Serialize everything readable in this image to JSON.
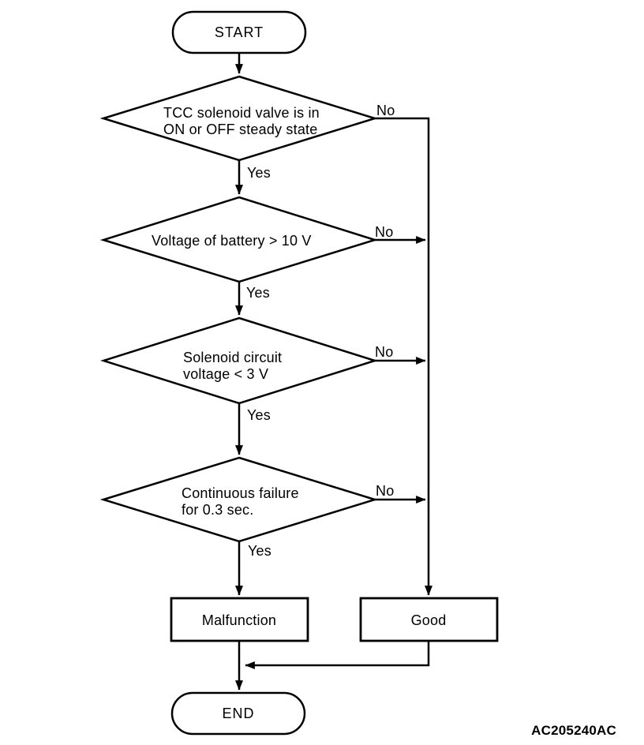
{
  "figure": {
    "code": "AC205240AC",
    "kind": "flowchart"
  },
  "colors": {
    "stroke": "#000000",
    "background": "#ffffff",
    "text": "#000000"
  },
  "nodes": {
    "start": {
      "shape": "terminator",
      "label": "START"
    },
    "d1": {
      "shape": "decision",
      "text_line1": "TCC solenoid valve is in",
      "text_line2": "ON or OFF steady state"
    },
    "d2": {
      "shape": "decision",
      "text_line1": "Voltage of battery > 10 V",
      "text_line2": ""
    },
    "d3": {
      "shape": "decision",
      "text_line1": "Solenoid circuit",
      "text_line2": "voltage < 3 V"
    },
    "d4": {
      "shape": "decision",
      "text_line1": "Continuous failure",
      "text_line2": "for 0.3 sec."
    },
    "malfunction": {
      "shape": "process",
      "label": "Malfunction"
    },
    "good": {
      "shape": "process",
      "label": "Good"
    },
    "end": {
      "shape": "terminator",
      "label": "END"
    }
  },
  "edges": [
    {
      "from": "start",
      "to": "d1",
      "label": ""
    },
    {
      "from": "d1",
      "to": "d2",
      "label": "Yes"
    },
    {
      "from": "d1",
      "to": "good",
      "label": "No"
    },
    {
      "from": "d2",
      "to": "d3",
      "label": "Yes"
    },
    {
      "from": "d2",
      "to": "good",
      "label": "No"
    },
    {
      "from": "d3",
      "to": "d4",
      "label": "Yes"
    },
    {
      "from": "d3",
      "to": "good",
      "label": "No"
    },
    {
      "from": "d4",
      "to": "malfunction",
      "label": "Yes"
    },
    {
      "from": "d4",
      "to": "good",
      "label": "No"
    },
    {
      "from": "malfunction",
      "to": "end",
      "label": ""
    },
    {
      "from": "good",
      "to": "end",
      "label": ""
    }
  ]
}
